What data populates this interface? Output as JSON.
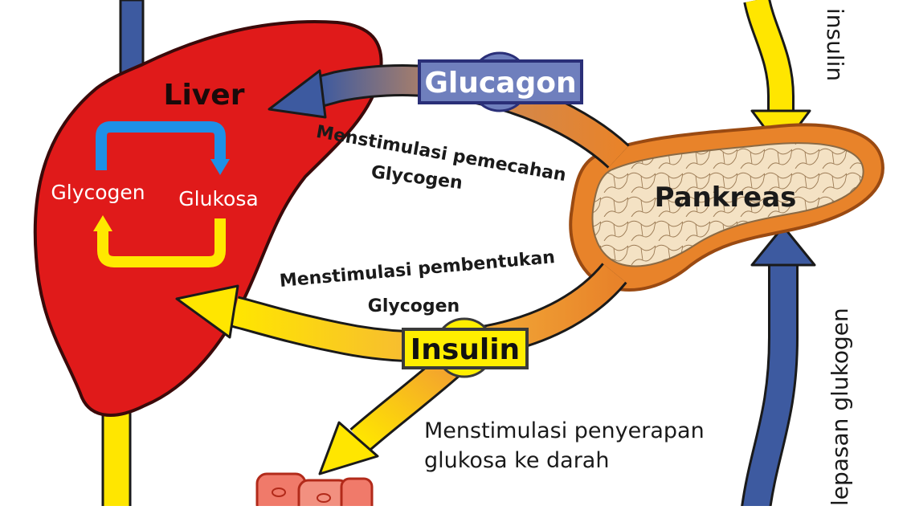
{
  "colors": {
    "liver": "#e01a1a",
    "liver_outline": "#3a0a0a",
    "glucagon_box": "#6f7fbd",
    "glucagon_border": "#2a2f78",
    "insulin_box": "#ffee00",
    "yellow": "#ffe600",
    "blue_arrow": "#3d5aa0",
    "orange": "#e8832a",
    "pancreas_tissue": "#f4e2c4",
    "cycle_blue": "#1e90e6",
    "cycle_yellow": "#ffe800",
    "cells": "#f07a6a"
  },
  "labels": {
    "liver": "Liver",
    "glycogen": "Glycogen",
    "glukosa": "Glukosa",
    "glucagon": "Glucagon",
    "insulin_box": "Insulin",
    "pankreas": "Pankreas",
    "stim_pemecahan_1": "Menstimulasi pemecahan",
    "stim_pemecahan_2": "Glycogen",
    "stim_pembentukan_1": "Menstimulasi pembentukan",
    "stim_pembentukan_2": "Glycogen",
    "stim_penyerapan_1": "Menstimulasi penyerapan",
    "stim_penyerapan_2": "glukosa ke darah",
    "insulin_vertical": "insulin",
    "lepasan_glukogen": "lepasan glukogen"
  },
  "icons": [
    "liver-organ",
    "pancreas-organ",
    "blood-cells",
    "cycle-arrow-blue",
    "cycle-arrow-yellow"
  ]
}
